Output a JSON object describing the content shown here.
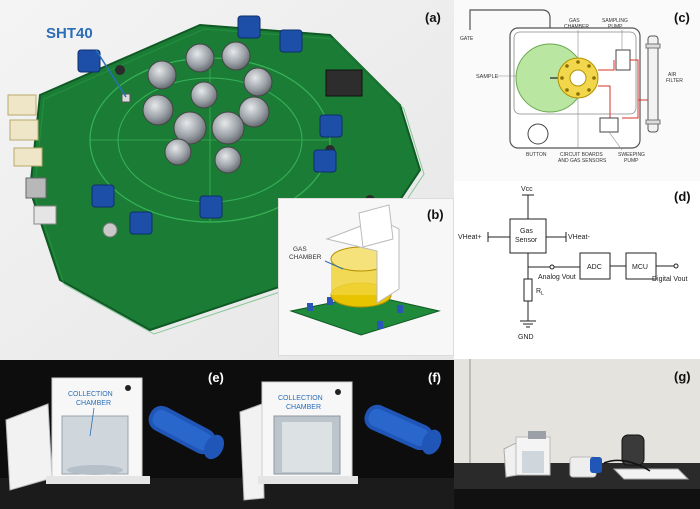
{
  "panels": {
    "a": {
      "label": "(a)",
      "sensor_callout": "SHT40"
    },
    "b": {
      "label": "(b)",
      "gas_chamber_line1": "GAS",
      "gas_chamber_line2": "CHAMBER"
    },
    "c": {
      "label": "(c)",
      "gate": "GATE",
      "gas_chamber_line1": "GAS",
      "gas_chamber_line2": "CHAMBER",
      "sampling_pump_line1": "SAMPLING",
      "sampling_pump_line2": "PUMP",
      "sample": "SAMPLE",
      "air_filter_line1": "AIR",
      "air_filter_line2": "FILTER",
      "button": "BUTTON",
      "circuit_line1": "CIRCUIT BOARDS",
      "circuit_line2": "AND GAS SENSORS",
      "sweeping_pump_line1": "SWEEPING",
      "sweeping_pump_line2": "PUMP"
    },
    "d": {
      "label": "(d)",
      "vcc": "Vcc",
      "gas_sensor_line1": "Gas",
      "gas_sensor_line2": "Sensor",
      "vheat_plus": "VHeat+",
      "vheat_minus": "VHeat-",
      "analog_vout": "Analog Vout",
      "adc": "ADC",
      "mcu": "MCU",
      "digital_vout": "Digital Vout",
      "rl_main": "R",
      "rl_sub": "L",
      "gnd": "GND"
    },
    "e": {
      "label": "(e)",
      "collection_line1": "COLLECTION",
      "collection_line2": "CHAMBER"
    },
    "f": {
      "label": "(f)",
      "collection_line1": "COLLECTION",
      "collection_line2": "CHAMBER"
    },
    "g": {
      "label": "(g)"
    }
  },
  "colors": {
    "pcb_green": "#1e8a3a",
    "sensor_silver": "#9aa0a6",
    "trimmer_blue": "#1d4fa8",
    "chamber_yellow": "#e8c300",
    "sample_green": "#b9e6a0",
    "tube_red": "#d9332a",
    "filter_blue": "#1f56b8",
    "callout_blue": "#2a6db8"
  }
}
